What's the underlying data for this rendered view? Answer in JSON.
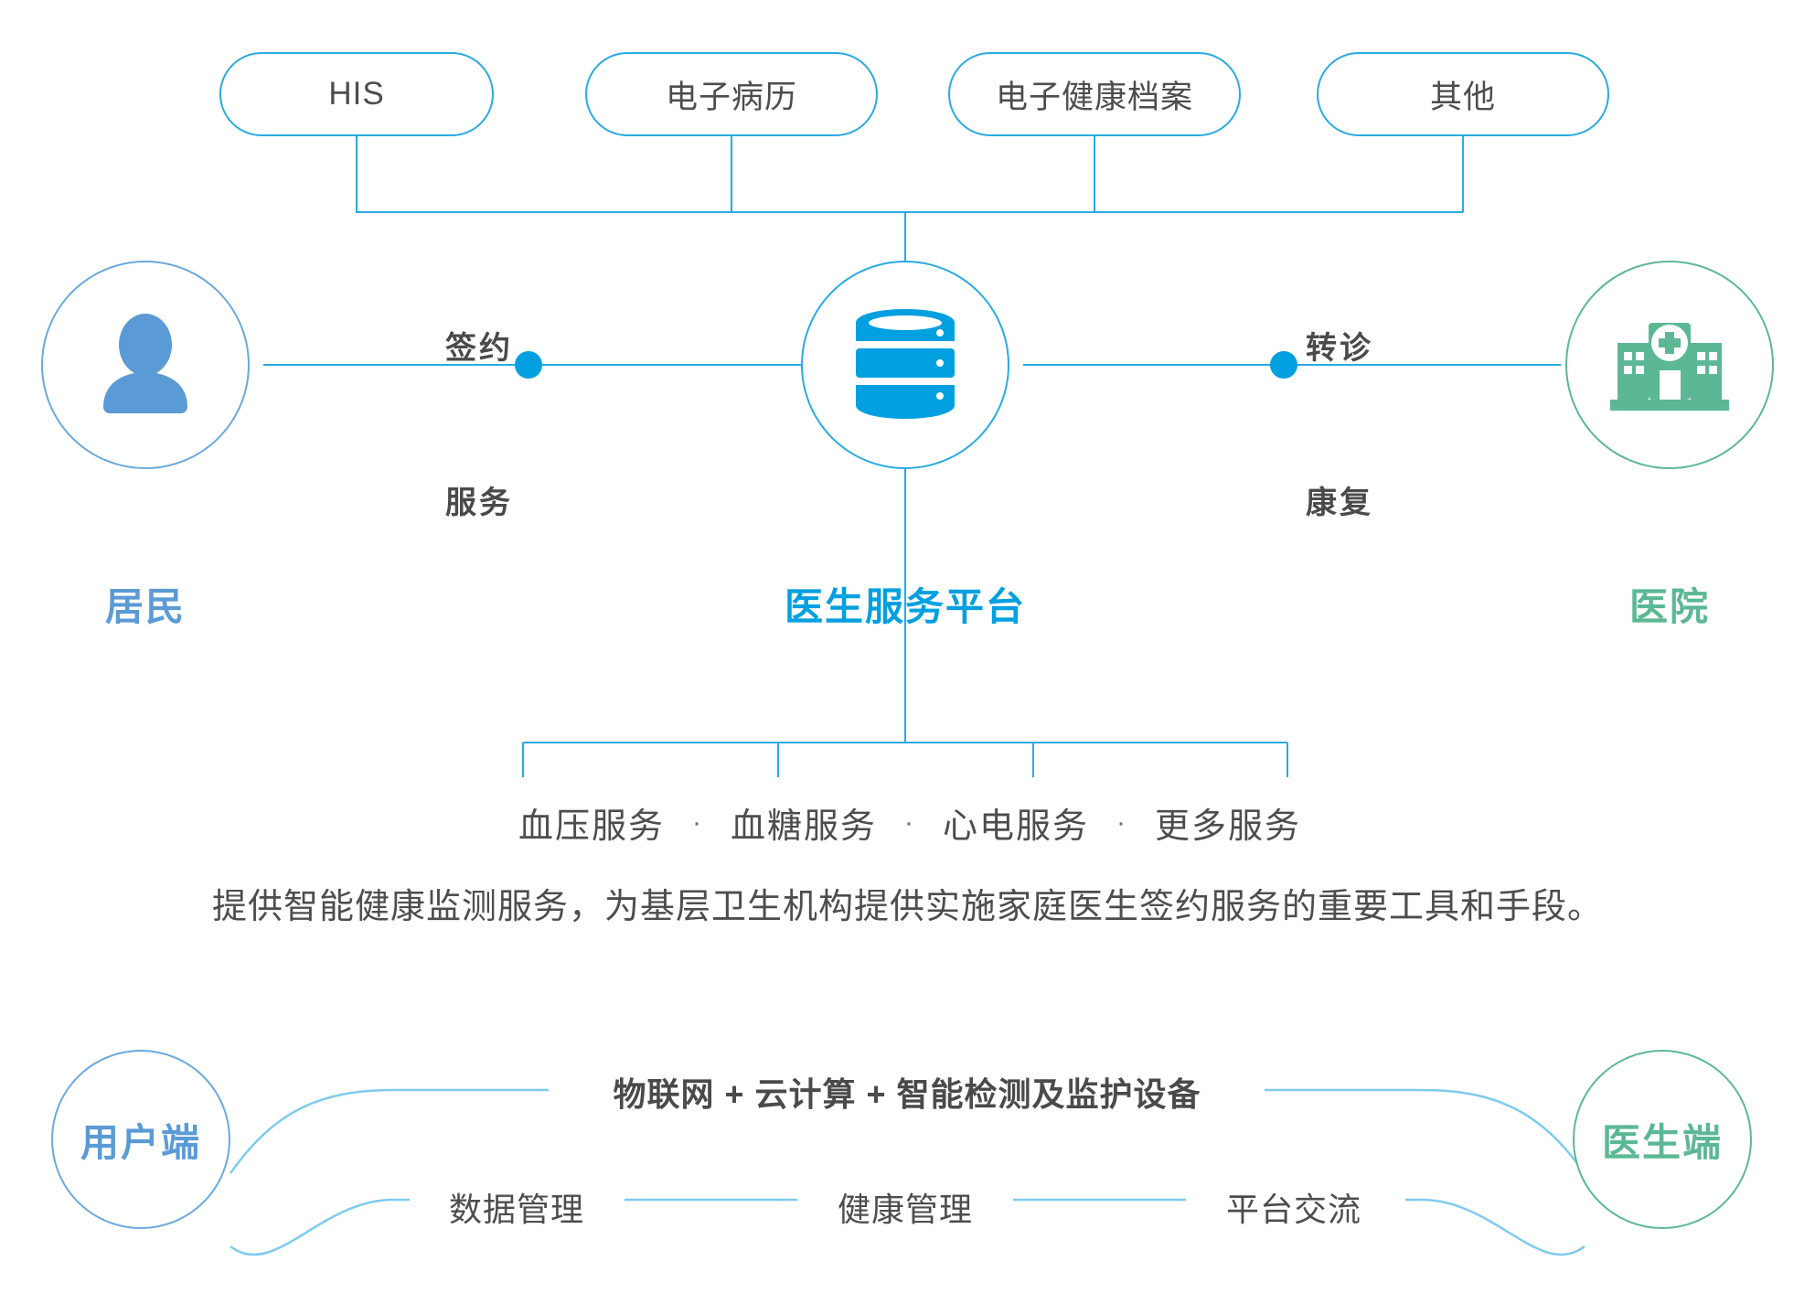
{
  "sources": {
    "items": [
      {
        "label": "HIS",
        "name": "source-pill-his"
      },
      {
        "label": "电子病历",
        "name": "source-pill-emr"
      },
      {
        "label": "电子健康档案",
        "name": "source-pill-ehr"
      },
      {
        "label": "其他",
        "name": "source-pill-other"
      }
    ]
  },
  "nodes": {
    "resident": {
      "label": "居民",
      "icon": "person-icon",
      "color": "#5b9bd5"
    },
    "platform": {
      "label": "医生服务平台",
      "icon": "database-icon",
      "color": "#00a0e0"
    },
    "hospital": {
      "label": "医院",
      "icon": "hospital-icon",
      "color": "#5cb894"
    }
  },
  "relations": {
    "left_top": "签约",
    "left_bottom": "服务",
    "right_top": "转诊",
    "right_bottom": "康复"
  },
  "services": {
    "items": [
      "血压服务",
      "血糖服务",
      "心电服务",
      "更多服务"
    ],
    "separator": "·"
  },
  "description": "提供智能健康监测服务，为基层卫生机构提供实施家庭医生签约服务的重要工具和手段。",
  "bottom": {
    "left_circle": "用户端",
    "right_circle": "医生端",
    "tech_label": "物联网 + 云计算 + 智能检测及监护设备",
    "channels": [
      "数据管理",
      "健康管理",
      "平台交流"
    ]
  },
  "colors": {
    "line_blue": "#29aae3",
    "line_blue_soft": "#7ecbee",
    "accent_blue": "#00a0e0",
    "resident_blue": "#5b9bd5",
    "hospital_green": "#5cb894",
    "text_dark": "#4a4a4a",
    "text_body": "#4d4d4d"
  }
}
